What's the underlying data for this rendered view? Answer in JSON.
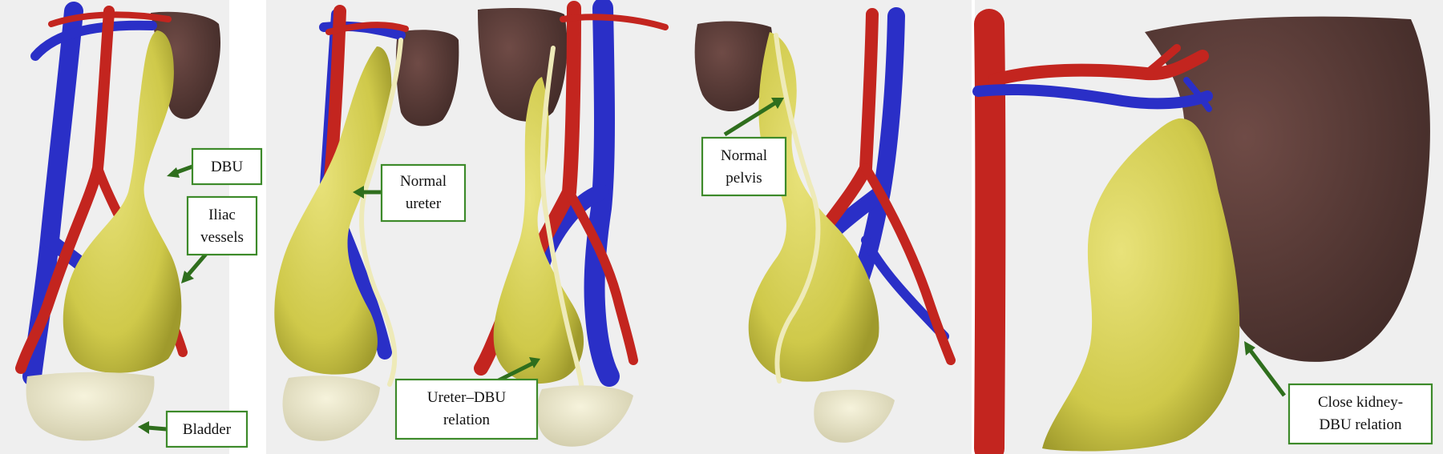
{
  "labels": {
    "dbu": "DBU",
    "iliac": [
      "Iliac",
      "vessels"
    ],
    "bladder": "Bladder",
    "normal_ureter": [
      "Normal",
      "ureter"
    ],
    "ureter_dbu": [
      "Ureter–DBU",
      "relation"
    ],
    "normal_pelvis": [
      "Normal",
      "pelvis"
    ],
    "kidney_dbu": [
      "Close kidney-",
      "DBU relation"
    ]
  },
  "colors": {
    "artery": "#c3251f",
    "vein": "#2a2fc7",
    "dbu": "#cfc94a",
    "ureter": "#eeeab8",
    "bladder": "#e9e5c9",
    "kidney": "#5a3c38",
    "callout_border": "#3d8a2a",
    "arrow": "#2f6e1d",
    "panel_background": "#efefef"
  }
}
